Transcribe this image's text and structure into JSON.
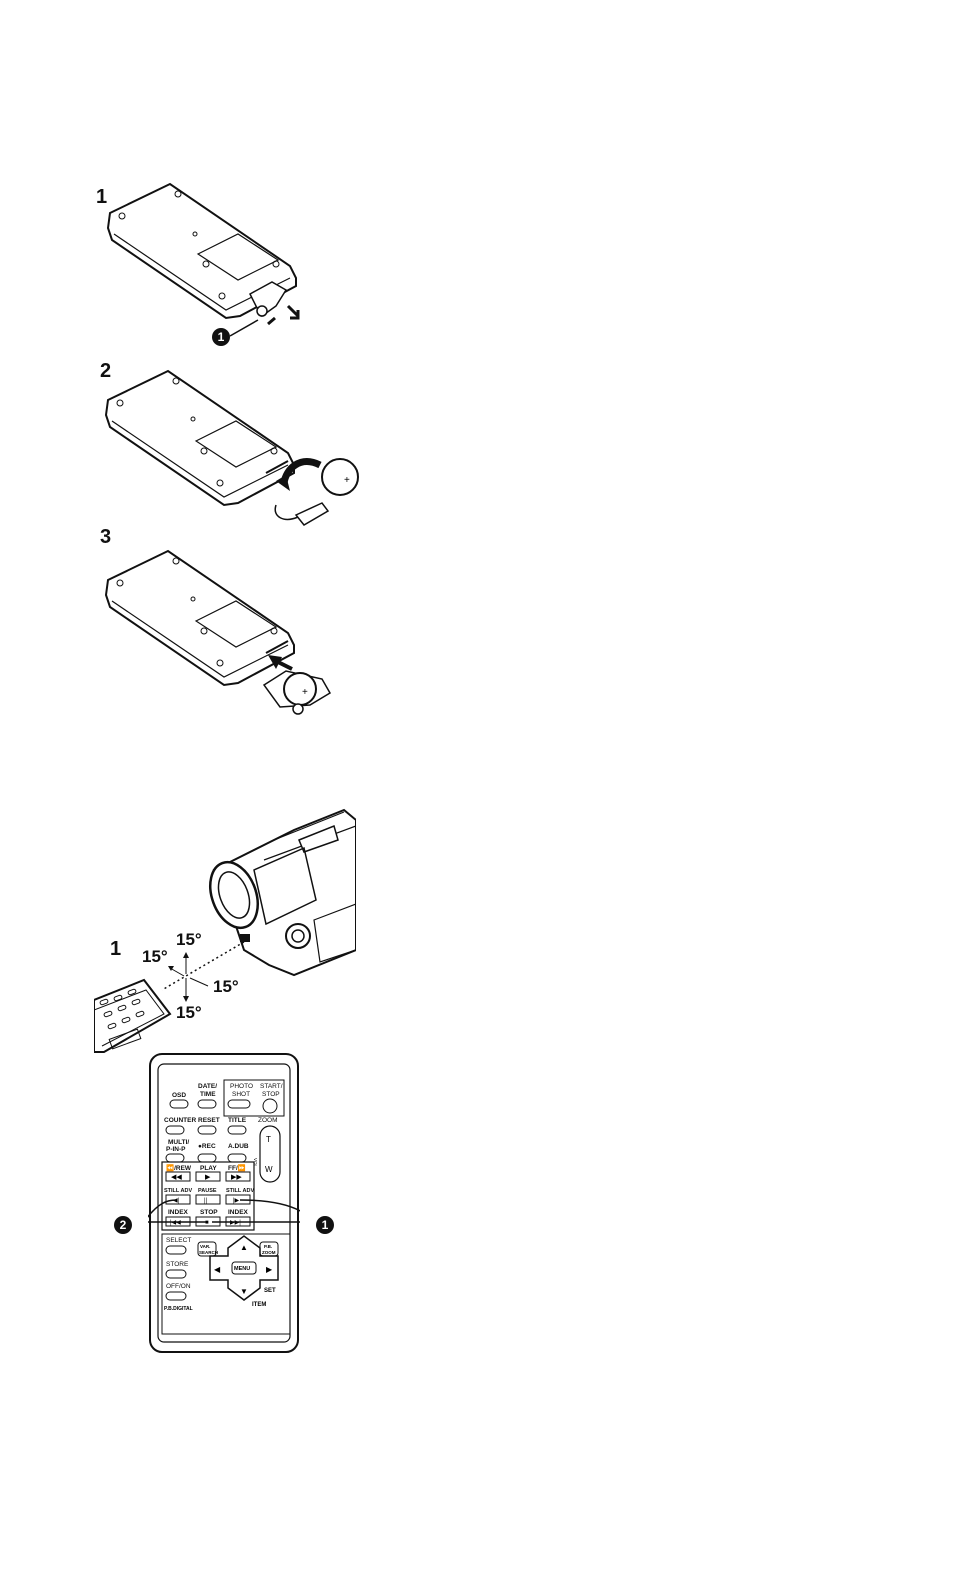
{
  "battery_steps": [
    {
      "number": "1"
    },
    {
      "number": "2"
    },
    {
      "number": "3"
    }
  ],
  "callouts": {
    "one": "1",
    "two": "2"
  },
  "range_diagram": {
    "step_number": "1",
    "angle_top": "15°",
    "angle_left": "15°",
    "angle_right": "15°",
    "angle_bottom": "15°"
  },
  "remote": {
    "osd": "OSD",
    "date_time_1": "DATE/",
    "date_time_2": "TIME",
    "photo_shot_1": "PHOTO",
    "photo_shot_2": "SHOT",
    "start_stop_1": "START/",
    "start_stop_2": "STOP",
    "counter": "COUNTER",
    "reset": "RESET",
    "title": "TITLE",
    "zoom": "ZOOM",
    "zoom_t": "T",
    "zoom_w": "W",
    "vol": "VOL",
    "multi_1": "MULTI/",
    "multi_2": "P-IN-P",
    "rec": "●REC",
    "a_dub": "A.DUB",
    "rew": "⏪/REW",
    "play": "PLAY",
    "ff": "FF/⏩",
    "still_adv_left": "STILL ADV",
    "pause": "PAUSE",
    "still_adv_right": "STILL ADV",
    "index_left": "INDEX",
    "stop": "STOP",
    "index_right": "INDEX",
    "select": "SELECT",
    "var_search_1": "VAR.",
    "var_search_2": "SEARCH",
    "pb_zoom_1": "P.B.",
    "pb_zoom_2": "ZOOM",
    "store": "STORE",
    "menu": "MENU",
    "set": "SET",
    "off_on": "OFF/ON",
    "pb_digital": "P.B.DIGITAL",
    "item": "ITEM"
  }
}
